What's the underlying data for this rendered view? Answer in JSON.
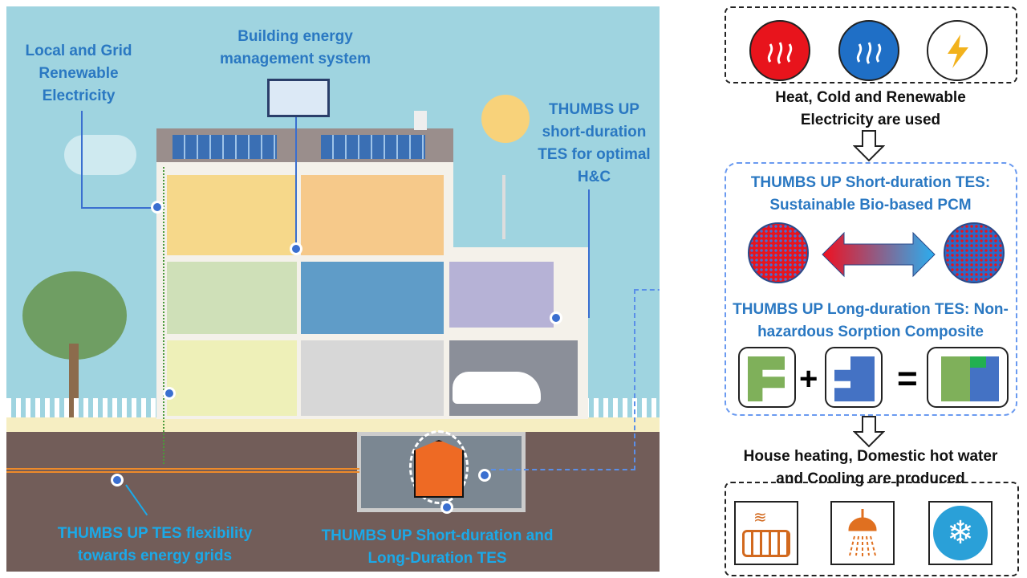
{
  "illustration": {
    "label_grid_electricity": "Local and Grid Renewable Electricity",
    "label_bems": "Building energy management system",
    "label_short_tes_hc": "THUMBS UP short-duration TES for optimal H&C",
    "label_flexibility": "THUMBS UP TES flexibility towards energy grids",
    "label_short_long_tes": "THUMBS UP Short-duration and Long-Duration TES"
  },
  "flow": {
    "inputs_text": "Heat, Cold and Renewable Electricity are used",
    "inputs_icons": [
      "heat-icon",
      "cold-icon",
      "electricity-icon"
    ],
    "short_tes_title": "THUMBS UP Short-duration TES: Sustainable Bio-based PCM",
    "long_tes_title": "THUMBS UP Long-duration TES: Non-hazardous Sorption Composite",
    "outputs_text": "House heating, Domestic hot water and Cooling are produced",
    "outputs_icons": [
      "radiator-icon",
      "shower-icon",
      "cooling-icon"
    ]
  },
  "colors": {
    "heat": "#e8141c",
    "cold": "#1f6fc6",
    "label_blue": "#2a78c2",
    "label_cyan": "#1ba9e8",
    "storage": "#ee6a24"
  }
}
